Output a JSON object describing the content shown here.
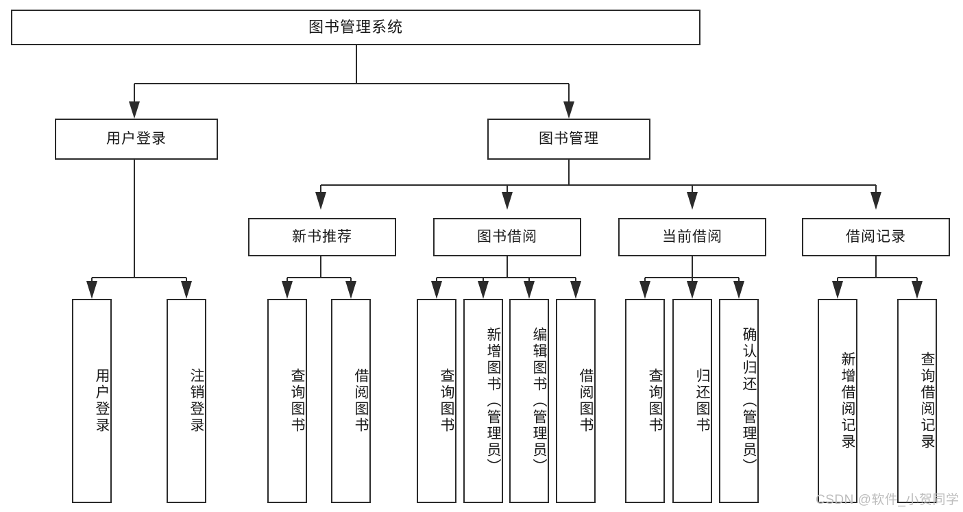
{
  "diagram": {
    "type": "hierarchy-tree",
    "title": "图书管理系统",
    "orientation": "top-down",
    "colors": {
      "stroke": "#2b2b2b",
      "box_fill": "#ffffff",
      "text": "#1a1a1a",
      "background": "#ffffff",
      "watermark": "#bdbdbd"
    }
  },
  "root": {
    "label": "图书管理系统"
  },
  "level2": [
    {
      "label": "用户登录"
    },
    {
      "label": "图书管理"
    }
  ],
  "level3": [
    {
      "label": "新书推荐"
    },
    {
      "label": "图书借阅"
    },
    {
      "label": "当前借阅"
    },
    {
      "label": "借阅记录"
    }
  ],
  "leaves": {
    "user_login": [
      {
        "label": "用户登录"
      },
      {
        "label": "注销登录"
      }
    ],
    "new_book_recommend": [
      {
        "label": "查询图书"
      },
      {
        "label": "借阅图书"
      }
    ],
    "book_borrow": [
      {
        "label": "查询图书"
      },
      {
        "label": "新增图书（管理员）"
      },
      {
        "label": "编辑图书（管理员）"
      },
      {
        "label": "借阅图书"
      }
    ],
    "current_borrow": [
      {
        "label": "查询图书"
      },
      {
        "label": "归还图书"
      },
      {
        "label": "确认归还（管理员）"
      }
    ],
    "borrow_records": [
      {
        "label": "新增借阅记录"
      },
      {
        "label": "查询借阅记录"
      }
    ]
  },
  "watermark": {
    "text": "CSDN @软件_小贺同学"
  }
}
